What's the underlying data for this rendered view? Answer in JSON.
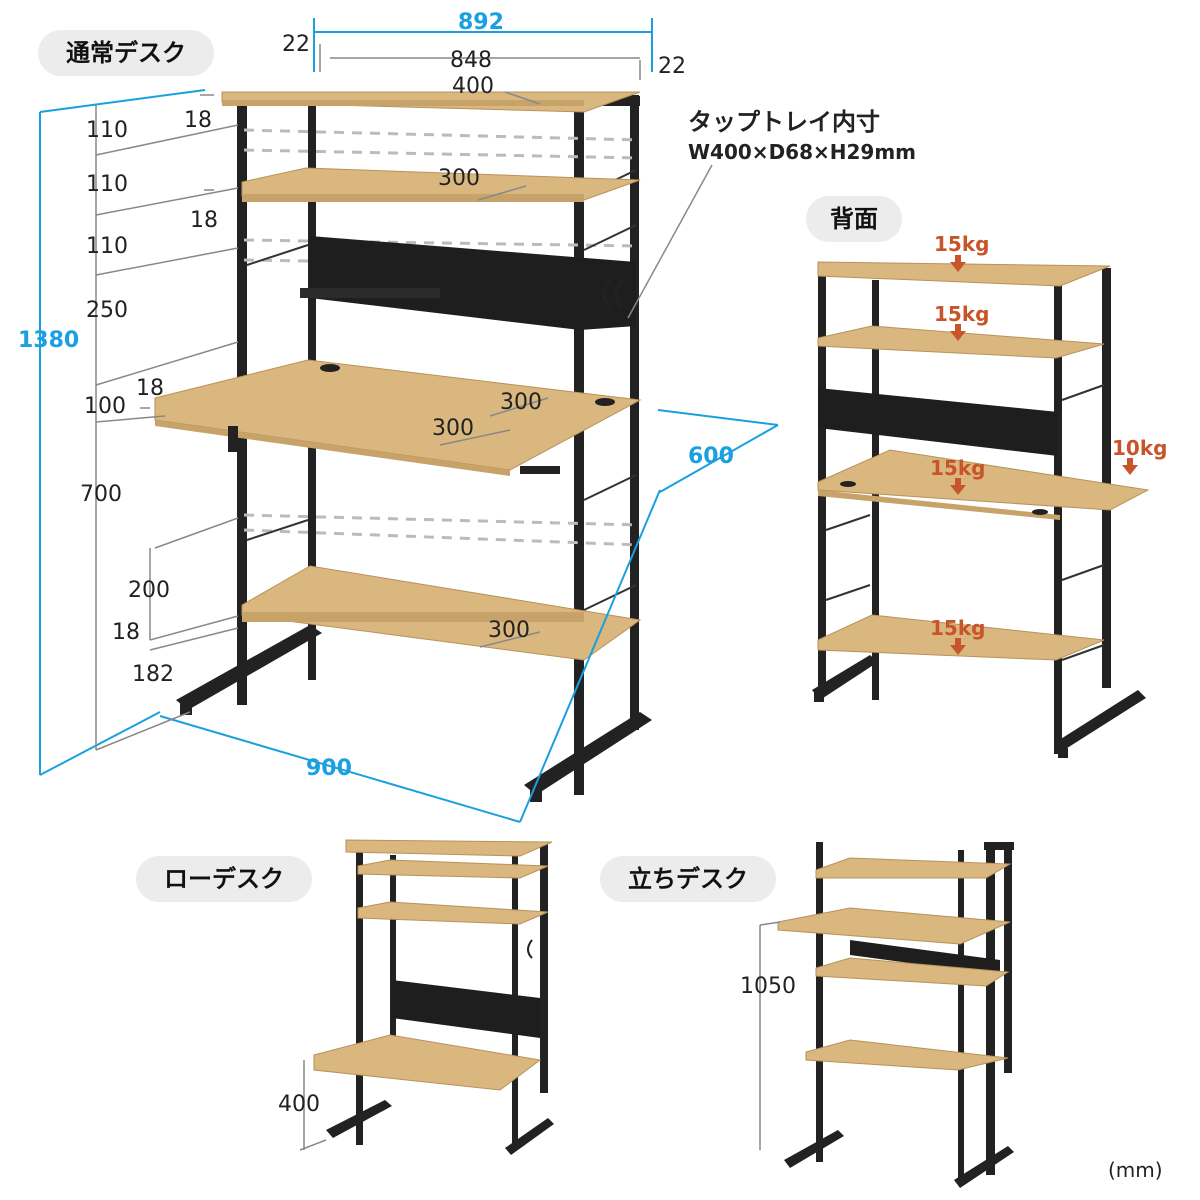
{
  "labels": {
    "normal_desk": "通常デスク",
    "back": "背面",
    "low_desk": "ローデスク",
    "standing_desk": "立ちデスク",
    "unit": "(mm)"
  },
  "tray": {
    "title": "タップトレイ内寸",
    "size": "W400×D68×H29mm"
  },
  "dimensions": {
    "total_width": "892",
    "inner_width": "848",
    "side_left": "22",
    "side_right": "22",
    "height_total": "1380",
    "base_width": "900",
    "depth": "600",
    "top_shelf_depth": "400",
    "shelf2_depth": "300",
    "desk_depth_a": "300",
    "desk_depth_b": "300",
    "bottom_shelf_depth": "300",
    "gap1": "110",
    "gap2": "110",
    "gap3": "110",
    "gap4": "250",
    "gap5": "100",
    "gap6": "700",
    "gap7": "200",
    "gap8": "182",
    "thick1": "18",
    "thick2": "18",
    "thick3": "18",
    "thick4": "18",
    "low_height": "400",
    "stand_height": "1050"
  },
  "loads": [
    "15kg",
    "15kg",
    "15kg",
    "15kg",
    "10kg"
  ],
  "colors": {
    "wood": "#d9b77e",
    "wood_edge": "#b8925a",
    "frame": "#222222",
    "accent_blue": "#1aa0e0",
    "load_red": "#c8552a",
    "pill_bg": "#ececec"
  }
}
